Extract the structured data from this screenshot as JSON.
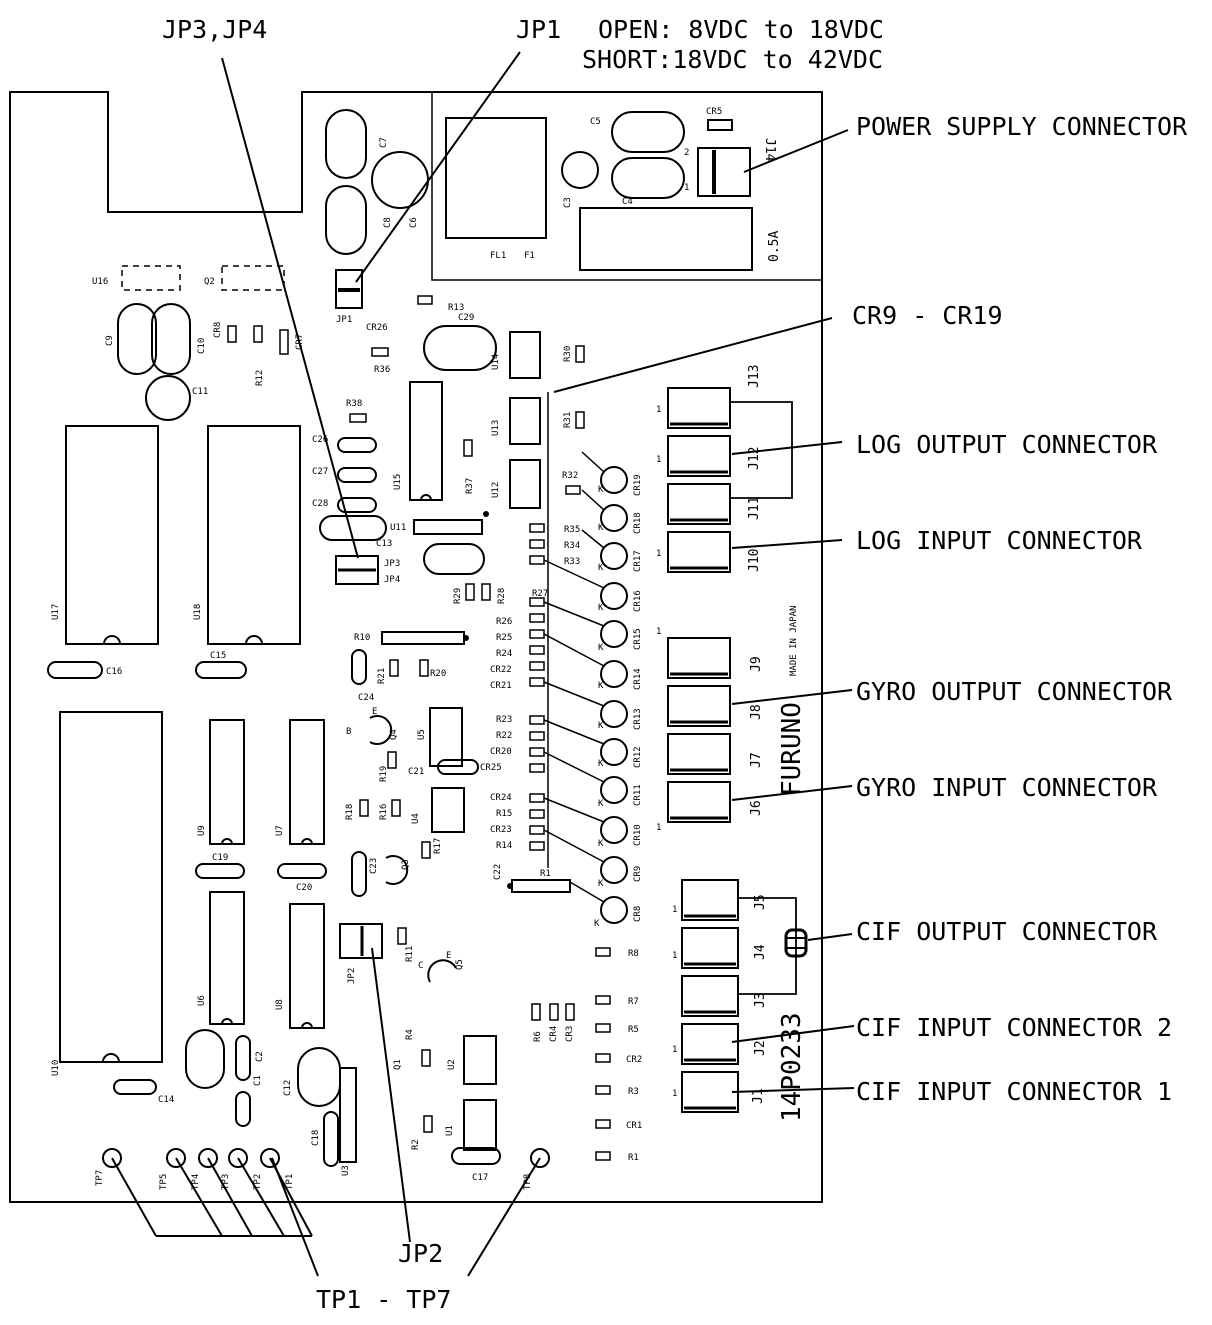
{
  "callouts": {
    "jp3_jp4": "JP3,JP4",
    "jp1": "JP1",
    "jp1_open": "OPEN: 8VDC to 18VDC",
    "jp1_short": "SHORT:18VDC to 42VDC",
    "power_supply": "POWER SUPPLY CONNECTOR",
    "cr9_cr19": "CR9 - CR19",
    "log_output": "LOG OUTPUT CONNECTOR",
    "log_input": "LOG INPUT CONNECTOR",
    "gyro_output": "GYRO OUTPUT CONNECTOR",
    "gyro_input": "GYRO INPUT CONNECTOR",
    "cif_output": "CIF OUTPUT CONNECTOR",
    "cif_input_2": "CIF INPUT CONNECTOR 2",
    "cif_input_1": "CIF INPUT CONNECTOR 1",
    "jp2": "JP2",
    "tp1_tp7": "TP1 - TP7"
  },
  "board": {
    "brand": "FURUNO",
    "made_in": "MADE IN JAPAN",
    "part_number": "14P0233",
    "fuse_rating": "0.5A",
    "fl1": "FL1",
    "f1": "F1",
    "connectors": {
      "j1": "J1",
      "j2": "J2",
      "j3": "J3",
      "j4": "J4",
      "j5": "J5",
      "j6": "J6",
      "j7": "J7",
      "j8": "J8",
      "j9": "J9",
      "j10": "J10",
      "j11": "J11",
      "j12": "J12",
      "j13": "J13",
      "j14": "J14"
    },
    "ics": {
      "u1": "U1",
      "u2": "U2",
      "u3": "U3",
      "u4": "U4",
      "u5": "U5",
      "u6": "U6",
      "u7": "U7",
      "u8": "U8",
      "u9": "U9",
      "u10": "U10",
      "u11": "U11",
      "u12": "U12",
      "u13": "U13",
      "u14": "U14",
      "u15": "U15",
      "u16": "U16",
      "u17": "U17",
      "u18": "U18"
    },
    "caps": {
      "c1": "C1",
      "c2": "C2",
      "c3": "C3",
      "c4": "C4",
      "c5": "C5",
      "c6": "C6",
      "c7": "C7",
      "c8": "C8",
      "c9": "C9",
      "c10": "C10",
      "c11": "C11",
      "c12": "C12",
      "c13": "C13",
      "c14": "C14",
      "c15": "C15",
      "c16": "C16",
      "c17": "C17",
      "c18": "C18",
      "c19": "C19",
      "c20": "C20",
      "c21": "C21",
      "c22": "C22",
      "c23": "C23",
      "c24": "C24",
      "c26": "C26",
      "c27": "C27",
      "c28": "C28",
      "c29": "C29"
    },
    "resistors": {
      "r1": "R1",
      "r2": "R2",
      "r3": "R3",
      "r4": "R4",
      "r5": "R5",
      "r6": "R6",
      "r7": "R7",
      "r8": "R8",
      "r10": "R10",
      "r11": "R11",
      "r12": "R12",
      "r13": "R13",
      "r14": "R14",
      "r15": "R15",
      "r16": "R16",
      "r17": "R17",
      "r18": "R18",
      "r19": "R19",
      "r20": "R20",
      "r21": "R21",
      "r22": "R22",
      "r23": "R23",
      "r24": "R24",
      "r25": "R25",
      "r26": "R26",
      "r27": "R27",
      "r28": "R28",
      "r29": "R29",
      "r30": "R30",
      "r31": "R31",
      "r32": "R32",
      "r33": "R33",
      "r34": "R34",
      "r35": "R35",
      "r36": "R36",
      "r37": "R37",
      "r38": "R38"
    },
    "diodes": {
      "cr1": "CR1",
      "cr2": "CR2",
      "cr3": "CR3",
      "cr4": "CR4",
      "cr5": "CR5",
      "cr7": "CR7",
      "cr8": "CR8",
      "cr9": "CR9",
      "cr10": "CR10",
      "cr11": "CR11",
      "cr12": "CR12",
      "cr13": "CR13",
      "cr14": "CR14",
      "cr15": "CR15",
      "cr16": "CR16",
      "cr17": "CR17",
      "cr18": "CR18",
      "cr19": "CR19",
      "cr20": "CR20",
      "cr21": "CR21",
      "cr22": "CR22",
      "cr23": "CR23",
      "cr24": "CR24",
      "cr25": "CR25",
      "cr26": "CR26"
    },
    "transistors": {
      "q1": "Q1",
      "q2": "Q2",
      "q3": "Q3",
      "q4": "Q4",
      "q5": "Q5"
    },
    "jumpers": {
      "jp1": "JP1",
      "jp2": "JP2",
      "jp3": "JP3",
      "jp4": "JP4"
    },
    "test_points": {
      "tp1": "TP1",
      "tp2": "TP2",
      "tp3": "TP3",
      "tp4": "TP4",
      "tp5": "TP5",
      "tp7": "TP7",
      "tp8": "TP8"
    },
    "marks": {
      "k": "K",
      "e": "E",
      "b": "B",
      "c": "C",
      "one": "1",
      "two": "2"
    }
  }
}
